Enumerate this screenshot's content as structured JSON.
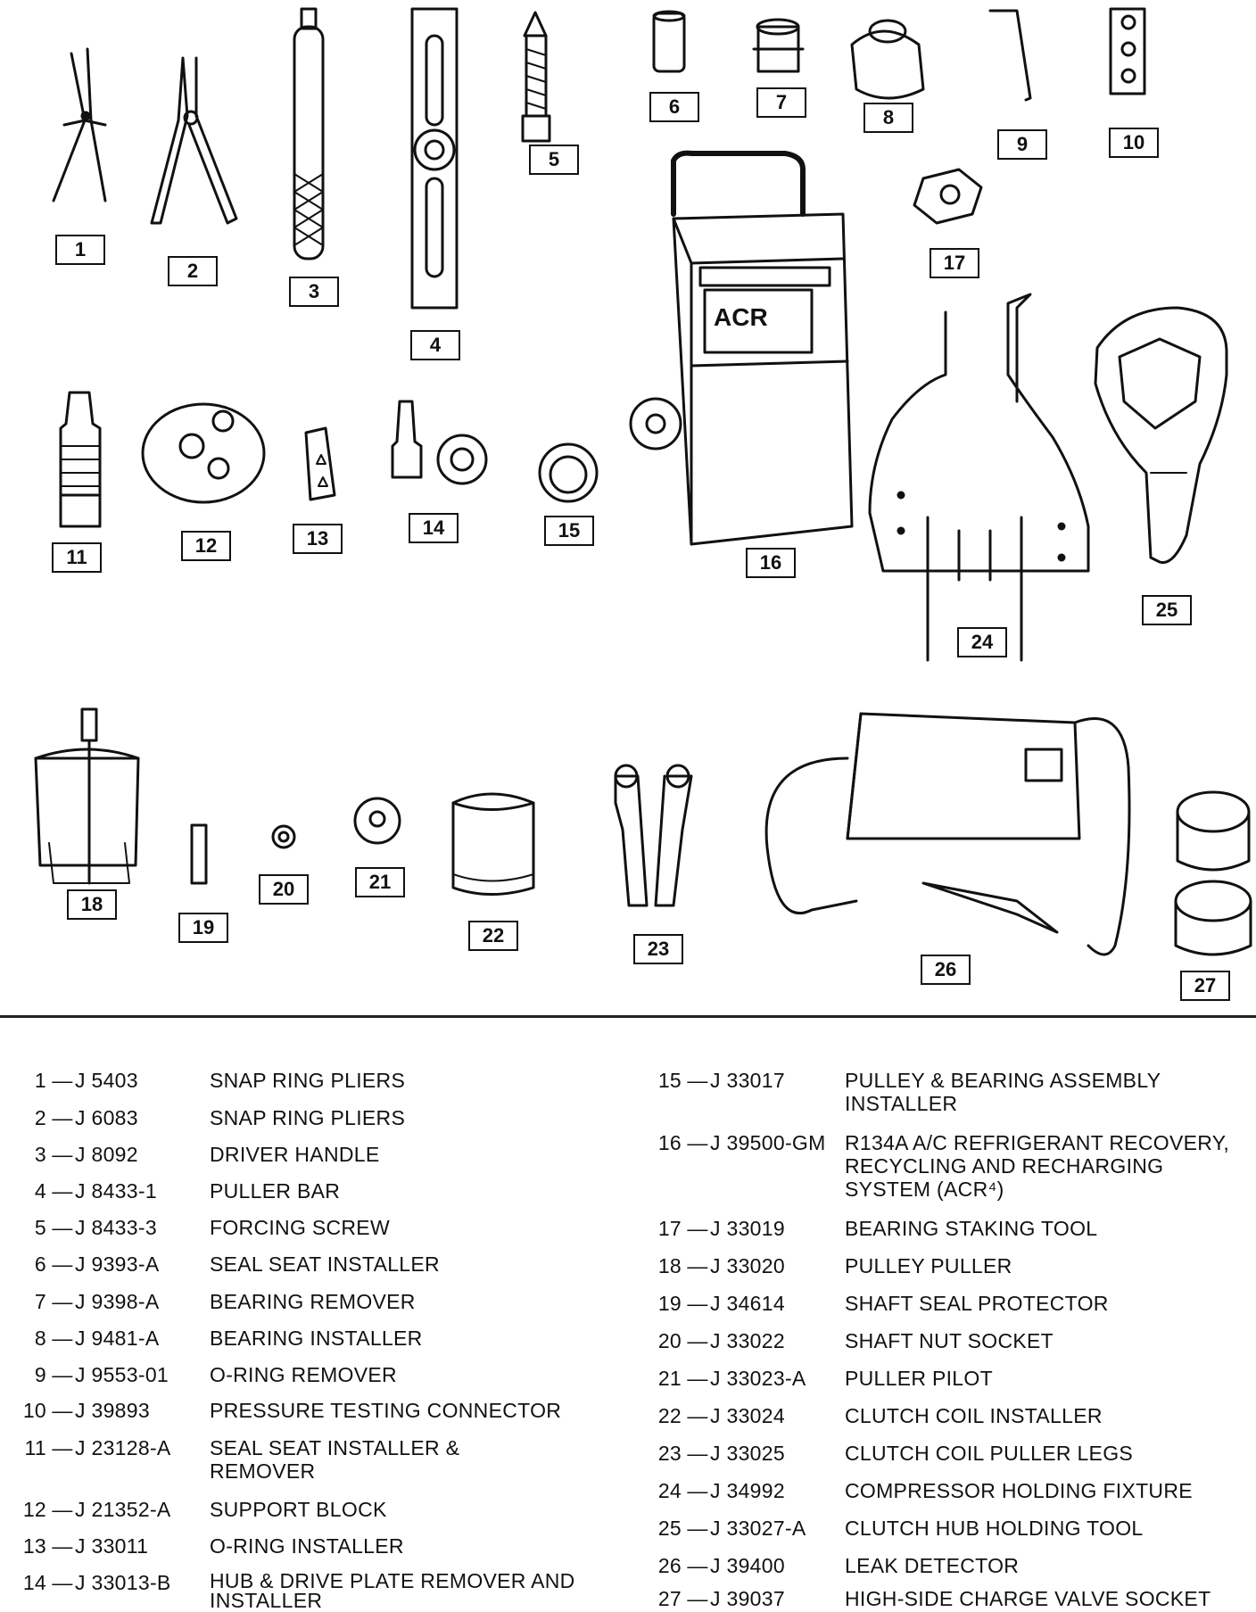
{
  "labels": [
    "1",
    "2",
    "3",
    "4",
    "5",
    "6",
    "7",
    "8",
    "9",
    "10",
    "11",
    "12",
    "13",
    "14",
    "15",
    "16",
    "17",
    "18",
    "19",
    "20",
    "21",
    "22",
    "23",
    "24",
    "25",
    "26",
    "27"
  ],
  "legend": [
    {
      "num": "1",
      "dash": "—",
      "part": "J 5403",
      "desc": "SNAP RING PLIERS"
    },
    {
      "num": "2",
      "dash": "—",
      "part": "J 6083",
      "desc": "SNAP RING PLIERS"
    },
    {
      "num": "3",
      "dash": "—",
      "part": "J 8092",
      "desc": "DRIVER HANDLE"
    },
    {
      "num": "4",
      "dash": "—",
      "part": "J 8433-1",
      "desc": "PULLER BAR"
    },
    {
      "num": "5",
      "dash": "—",
      "part": "J 8433-3",
      "desc": "FORCING SCREW"
    },
    {
      "num": "6",
      "dash": "—",
      "part": "J 9393-A",
      "desc": "SEAL SEAT INSTALLER"
    },
    {
      "num": "7",
      "dash": "—",
      "part": "J 9398-A",
      "desc": "BEARING REMOVER"
    },
    {
      "num": "8",
      "dash": "—",
      "part": "J 9481-A",
      "desc": "BEARING INSTALLER"
    },
    {
      "num": "9",
      "dash": "—",
      "part": "J 9553-01",
      "desc": "O-RING REMOVER"
    },
    {
      "num": "10",
      "dash": "—",
      "part": "J 39893",
      "desc": "PRESSURE TESTING CONNECTOR"
    },
    {
      "num": "11",
      "dash": "—",
      "part": "J 23128-A",
      "desc": "SEAL SEAT INSTALLER & REMOVER"
    },
    {
      "num": "12",
      "dash": "—",
      "part": "J 21352-A",
      "desc": "SUPPORT BLOCK"
    },
    {
      "num": "13",
      "dash": "—",
      "part": "J 33011",
      "desc": "O-RING INSTALLER"
    },
    {
      "num": "14",
      "dash": "—",
      "part": "J 33013-B",
      "desc": "HUB & DRIVE PLATE REMOVER AND INSTALLER"
    },
    {
      "num": "15",
      "dash": "—",
      "part": "J 33017",
      "desc": "PULLEY & BEARING ASSEMBLY INSTALLER"
    },
    {
      "num": "16",
      "dash": "—",
      "part": "J 39500-GM",
      "desc": "R134a A/C REFRIGERANT RECOVERY, RECYCLING AND RECHARGING SYSTEM (ACR⁴)"
    },
    {
      "num": "17",
      "dash": "—",
      "part": "J 33019",
      "desc": "BEARING STAKING TOOL"
    },
    {
      "num": "18",
      "dash": "—",
      "part": "J 33020",
      "desc": "PULLEY PULLER"
    },
    {
      "num": "19",
      "dash": "—",
      "part": "J 34614",
      "desc": "SHAFT SEAL PROTECTOR"
    },
    {
      "num": "20",
      "dash": "—",
      "part": "J 33022",
      "desc": "SHAFT NUT SOCKET"
    },
    {
      "num": "21",
      "dash": "—",
      "part": "J 33023-A",
      "desc": "PULLER PILOT"
    },
    {
      "num": "22",
      "dash": "—",
      "part": "J 33024",
      "desc": "CLUTCH COIL INSTALLER"
    },
    {
      "num": "23",
      "dash": "—",
      "part": "J 33025",
      "desc": "CLUTCH COIL PULLER LEGS"
    },
    {
      "num": "24",
      "dash": "—",
      "part": "J 34992",
      "desc": "COMPRESSOR HOLDING FIXTURE"
    },
    {
      "num": "25",
      "dash": "—",
      "part": "J 33027-A",
      "desc": "CLUTCH HUB HOLDING TOOL"
    },
    {
      "num": "26",
      "dash": "—",
      "part": "J 39400",
      "desc": "LEAK DETECTOR"
    },
    {
      "num": "27",
      "dash": "—",
      "part": "J 39037",
      "desc": "HIGH-SIDE CHARGE VALVE SOCKET"
    }
  ]
}
